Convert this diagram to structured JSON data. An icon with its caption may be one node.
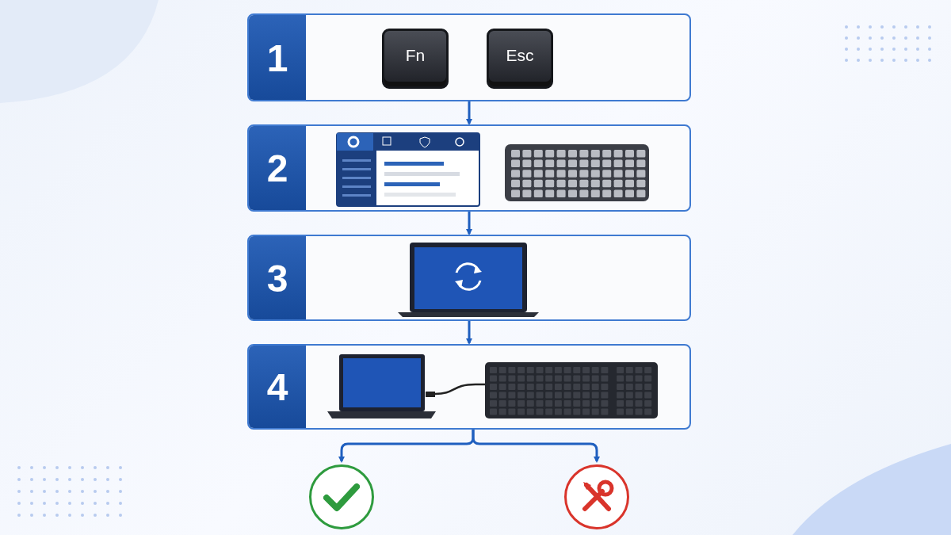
{
  "diagram": {
    "nodes": [
      {
        "text": [
          "1"
        ]
      },
      {
        "text": [
          "Fn"
        ],
        "in": 0
      },
      {
        "text": [
          "Esc"
        ],
        "in": 0
      },
      {
        "text": [
          "2"
        ]
      },
      {
        "text": [
          "3"
        ]
      },
      {
        "text": [
          "4"
        ]
      },
      {
        "text": [],
        "shape": "circle"
      },
      {
        "text": [],
        "shape": "circle"
      }
    ],
    "edges": [
      {
        "from": 0,
        "to": 3,
        "arrow": "to"
      },
      {
        "from": 3,
        "to": 4,
        "arrow": "to"
      },
      {
        "from": 4,
        "to": 5,
        "arrow": "to"
      },
      {
        "from": 5,
        "to": 6,
        "arrow": "to"
      },
      {
        "from": 5,
        "to": 7,
        "arrow": "to"
      }
    ]
  }
}
